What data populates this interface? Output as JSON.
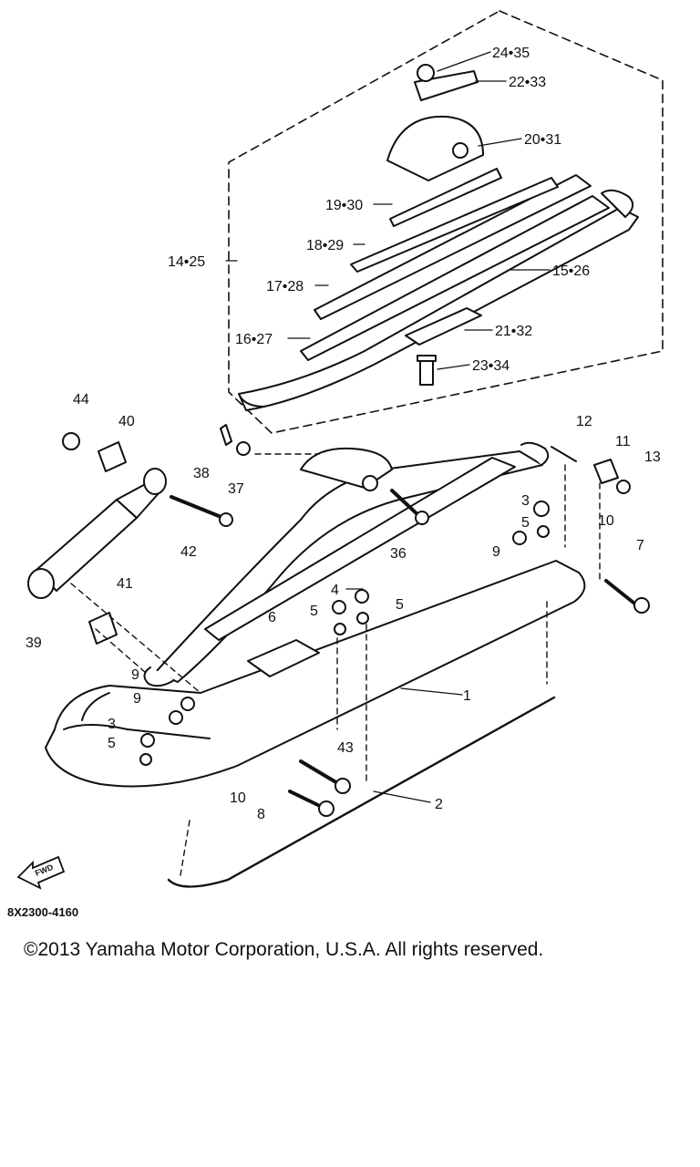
{
  "diagram": {
    "drawing_code": "8X2300-4160",
    "copyright": "©2013 Yamaha Motor Corporation, U.S.A. All rights reserved.",
    "fwd_label": "FWD",
    "callouts": {
      "p24_35": "24•35",
      "p22_33": "22•33",
      "p20_31": "20•31",
      "p19_30": "19•30",
      "p18_29": "18•29",
      "p14_25": "14•25",
      "p17_28": "17•28",
      "p15_26": "15•26",
      "p21_32": "21•32",
      "p16_27": "16•27",
      "p23_34": "23•34",
      "p44": "44",
      "p40": "40",
      "p38": "38",
      "p37": "37",
      "p12": "12",
      "p11": "11",
      "p13": "13",
      "p42": "42",
      "p36": "36",
      "p3a": "3",
      "p5a": "5",
      "p9a": "9",
      "p10a": "10",
      "p7": "7",
      "p41": "41",
      "p4": "4",
      "p5b": "5",
      "p5c": "5",
      "p39": "39",
      "p6": "6",
      "p1": "1",
      "p9b": "9",
      "p9c": "9",
      "p3b": "3",
      "p5d": "5",
      "p43": "43",
      "p10b": "10",
      "p8": "8",
      "p2": "2"
    }
  }
}
